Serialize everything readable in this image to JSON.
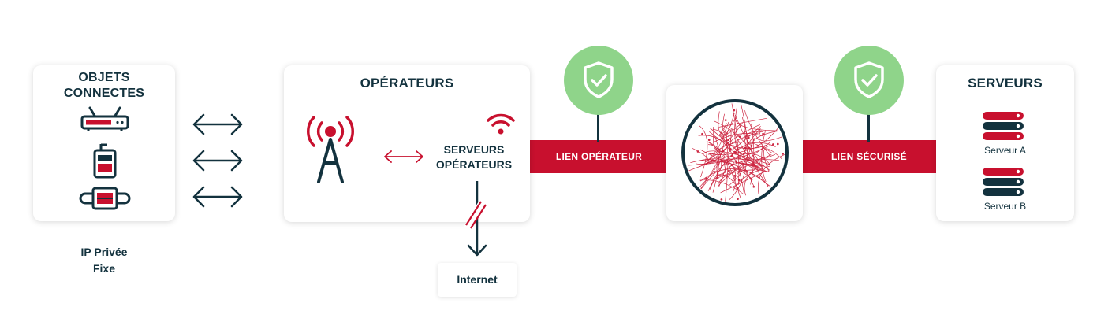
{
  "objects": {
    "title_line1": "OBJETS",
    "title_line2": "CONNECTES",
    "ip_line1": "IP Privée",
    "ip_line2": "Fixe"
  },
  "operators": {
    "title": "OPÉRATEURS",
    "servers_line1": "SERVEURS",
    "servers_line2": "OPÉRATEURS"
  },
  "internet": {
    "label": "Internet"
  },
  "links": {
    "operator": "LIEN OPÉRATEUR",
    "secure": "LIEN SÉCURISÉ"
  },
  "servers": {
    "title": "SERVEURS",
    "server_a": "Serveur A",
    "server_b": "Serveur B"
  },
  "colors": {
    "accent": "#c8102e",
    "dark": "#13323e",
    "shield": "#8fd48a"
  },
  "icons": [
    "router-icon",
    "tracker-icon",
    "wristband-icon",
    "antenna-icon",
    "wifi-icon",
    "shield-check-icon",
    "globe-network-icon",
    "server-rack-icon"
  ]
}
